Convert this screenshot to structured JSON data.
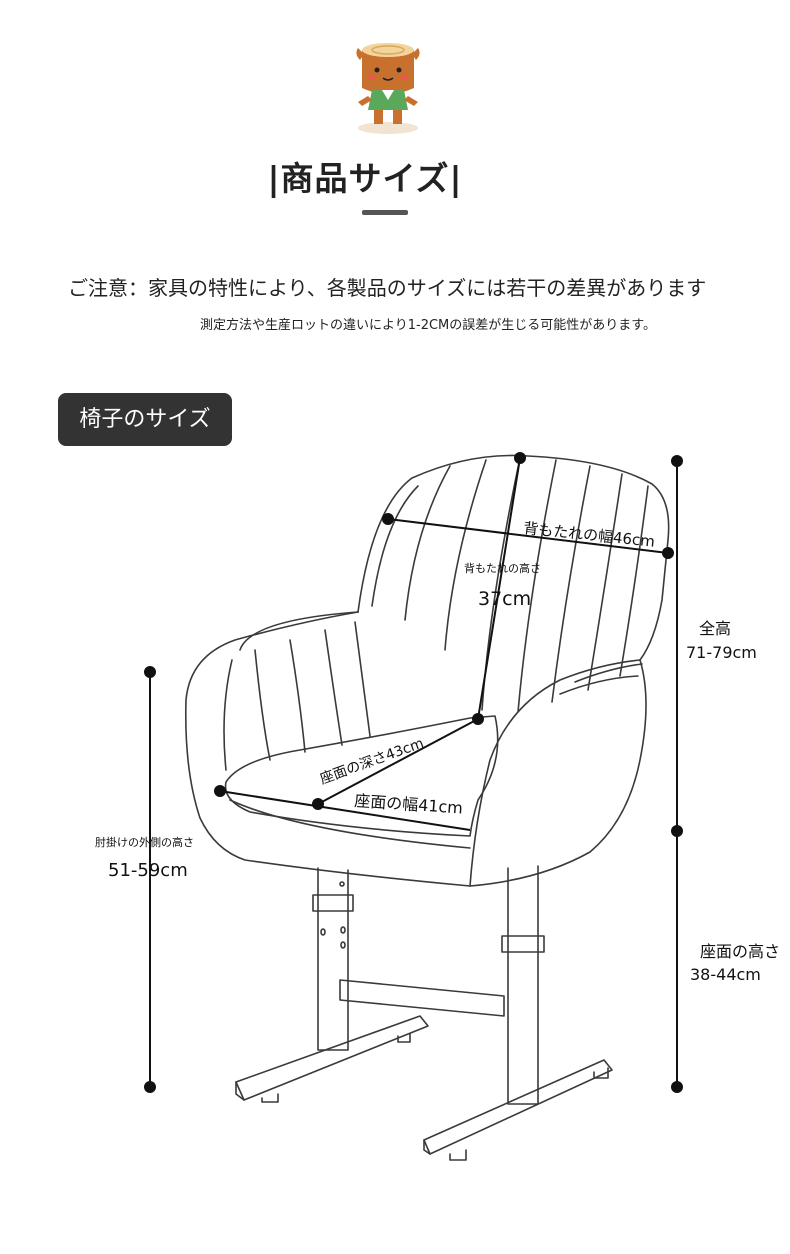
{
  "header": {
    "mascot_icon": "tree-stump-mascot-icon",
    "title": "|商品サイズ|"
  },
  "notice": {
    "main": "ご注意：家具の特性により、各製品のサイズには若干の差異があります",
    "sub": "測定方法や生産ロットの違いにより1-2CMの誤差が生じる可能性があります。"
  },
  "section": {
    "label": "椅子のサイズ"
  },
  "dimensions": {
    "backrest_width": "背もたれの幅46cm",
    "backrest_height_label": "背もたれの高さ",
    "backrest_height_value": "37cm",
    "total_height_label": "全高",
    "total_height_value": "71-79cm",
    "seat_depth": "座面の深さ43cm",
    "seat_width": "座面の幅41cm",
    "armrest_height_label": "肘掛けの外側の高さ",
    "armrest_height_value": "51-59cm",
    "seat_height_label": "座面の高さ",
    "seat_height_value": "38-44cm"
  },
  "colors": {
    "ink": "#222222",
    "badge": "#333333",
    "mascot_skin": "#c8712e",
    "mascot_shirt": "#5aa85a"
  }
}
